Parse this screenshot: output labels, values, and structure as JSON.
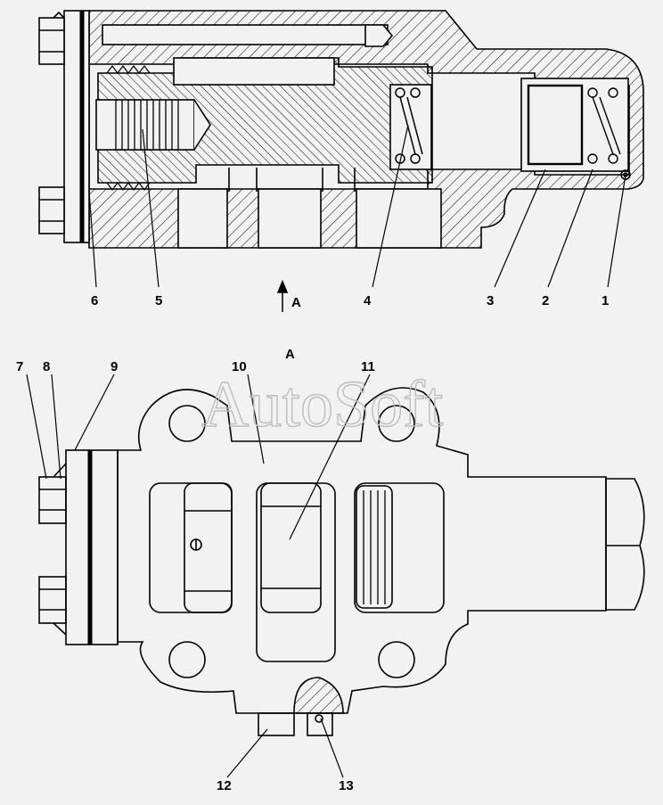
{
  "watermark": "AutoSoft",
  "view_arrow_label": "A",
  "view_title": "A",
  "callouts": {
    "c1": "1",
    "c2": "2",
    "c3": "3",
    "c4": "4",
    "c5": "5",
    "c6": "6",
    "c7": "7",
    "c8": "8",
    "c9": "9",
    "c10": "10",
    "c11": "11",
    "c12": "12",
    "c13": "13"
  },
  "colors": {
    "background": "#f2f2f2",
    "line": "#000000",
    "watermark": "#bdbdbd"
  }
}
